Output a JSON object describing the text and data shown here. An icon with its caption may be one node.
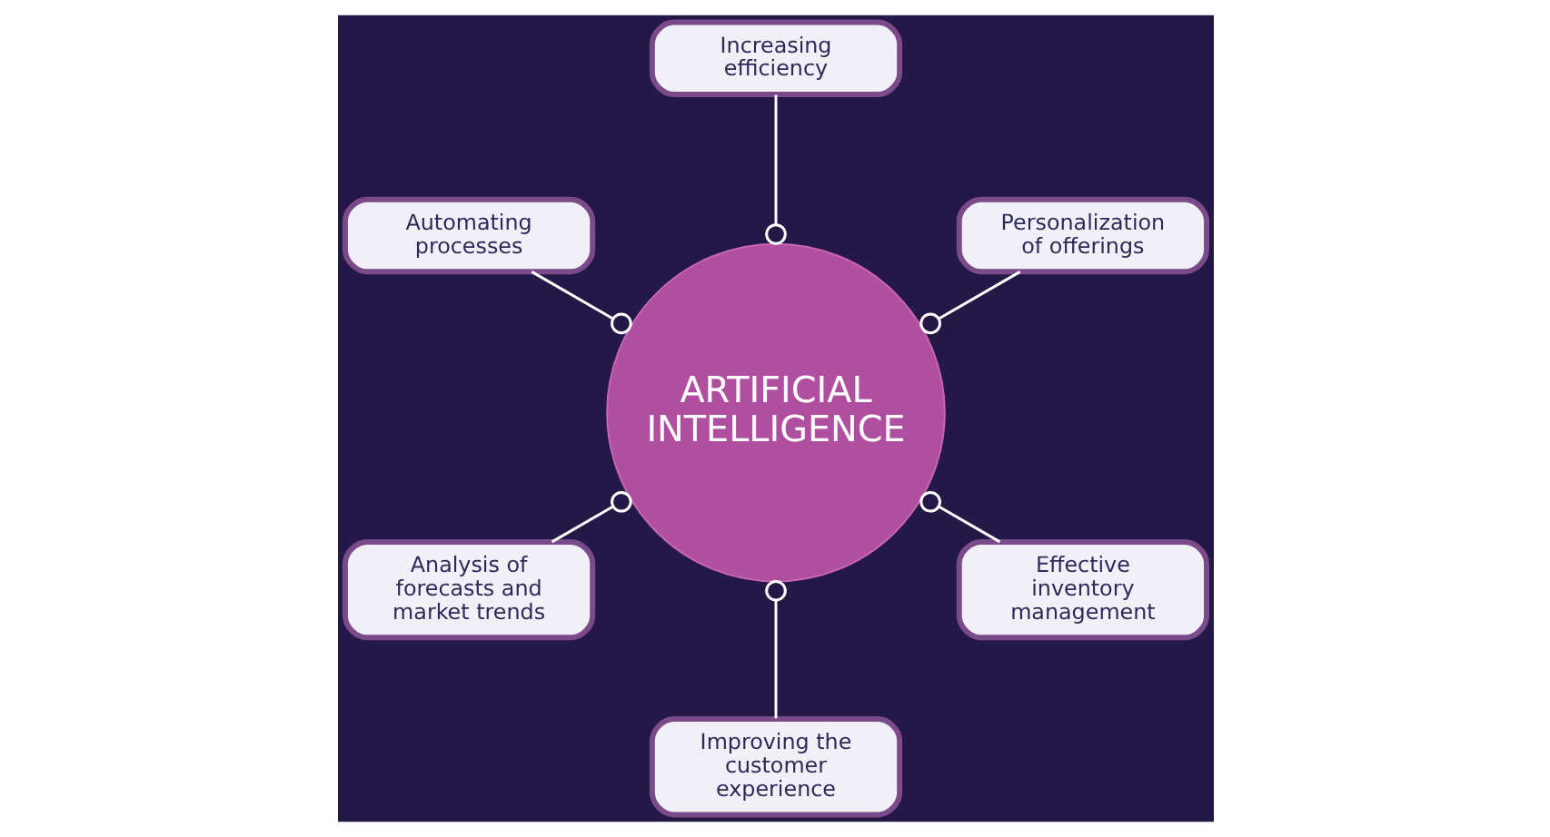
{
  "diagram": {
    "nodes": [
      {
        "text": [
          "ARTIFICIAL INTELLIGENCE"
        ]
      },
      {
        "text": [
          "Personalization of offerings"
        ]
      },
      {
        "text": [
          "Increasing efficiency"
        ]
      },
      {
        "text": [
          "Automating processes"
        ]
      },
      {
        "text": [
          "Analysis of forecasts and market trends"
        ]
      },
      {
        "text": [
          "Improving the customer experience"
        ]
      },
      {
        "text": [
          "Effective inventory management"
        ]
      }
    ],
    "edges": [
      {
        "from": 1,
        "to": 0,
        "arrow": "other"
      },
      {
        "from": 2,
        "to": 0,
        "arrow": "other"
      },
      {
        "from": 3,
        "to": 0,
        "arrow": "other"
      },
      {
        "from": 4,
        "to": 0,
        "arrow": "other"
      },
      {
        "from": 5,
        "to": 0,
        "arrow": "other"
      },
      {
        "from": 6,
        "to": 0,
        "arrow": "other"
      }
    ]
  }
}
